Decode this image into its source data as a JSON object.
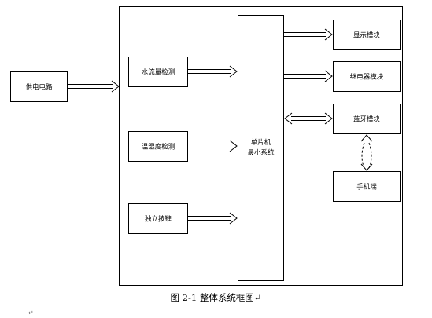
{
  "diagram": {
    "power_circuit": "供电电路",
    "water_flow_detection": "水流量检测",
    "temp_humidity_detection": "温湿度检测",
    "independent_keys": "独立按键",
    "mcu_line1": "单片机",
    "mcu_line2": "最小系统",
    "display_module": "显示模块",
    "relay_module": "继电器模块",
    "bluetooth_module": "蓝牙模块",
    "phone_end": "手机端"
  },
  "caption": "图 2-1 整体系统框图↵",
  "para_mark": "↵"
}
